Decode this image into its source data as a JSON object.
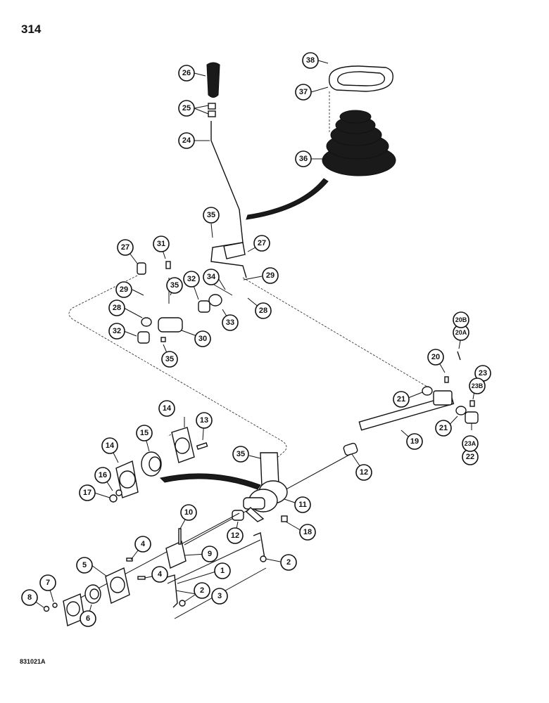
{
  "page": {
    "number": "314",
    "figure_code": "831021A"
  },
  "callouts": [
    {
      "id": "c1",
      "label": "1"
    },
    {
      "id": "c2a",
      "label": "2"
    },
    {
      "id": "c2b",
      "label": "2"
    },
    {
      "id": "c3",
      "label": "3"
    },
    {
      "id": "c4a",
      "label": "4"
    },
    {
      "id": "c4b",
      "label": "4"
    },
    {
      "id": "c5",
      "label": "5"
    },
    {
      "id": "c6",
      "label": "6"
    },
    {
      "id": "c7",
      "label": "7"
    },
    {
      "id": "c8",
      "label": "8"
    },
    {
      "id": "c9",
      "label": "9"
    },
    {
      "id": "c10",
      "label": "10"
    },
    {
      "id": "c11",
      "label": "11"
    },
    {
      "id": "c12a",
      "label": "12"
    },
    {
      "id": "c12b",
      "label": "12"
    },
    {
      "id": "c13",
      "label": "13"
    },
    {
      "id": "c14a",
      "label": "14"
    },
    {
      "id": "c14b",
      "label": "14"
    },
    {
      "id": "c15",
      "label": "15"
    },
    {
      "id": "c16",
      "label": "16"
    },
    {
      "id": "c17",
      "label": "17"
    },
    {
      "id": "c18",
      "label": "18"
    },
    {
      "id": "c19",
      "label": "19"
    },
    {
      "id": "c20",
      "label": "20"
    },
    {
      "id": "c20a",
      "label": "20A"
    },
    {
      "id": "c20b",
      "label": "20B"
    },
    {
      "id": "c21a",
      "label": "21"
    },
    {
      "id": "c21b",
      "label": "21"
    },
    {
      "id": "c22",
      "label": "22"
    },
    {
      "id": "c23",
      "label": "23"
    },
    {
      "id": "c23a",
      "label": "23A"
    },
    {
      "id": "c23b",
      "label": "23B"
    },
    {
      "id": "c24",
      "label": "24"
    },
    {
      "id": "c25",
      "label": "25"
    },
    {
      "id": "c26",
      "label": "26"
    },
    {
      "id": "c27a",
      "label": "27"
    },
    {
      "id": "c27b",
      "label": "27"
    },
    {
      "id": "c28a",
      "label": "28"
    },
    {
      "id": "c28b",
      "label": "28"
    },
    {
      "id": "c29a",
      "label": "29"
    },
    {
      "id": "c29b",
      "label": "29"
    },
    {
      "id": "c30",
      "label": "30"
    },
    {
      "id": "c31",
      "label": "31"
    },
    {
      "id": "c32a",
      "label": "32"
    },
    {
      "id": "c32b",
      "label": "32"
    },
    {
      "id": "c33",
      "label": "33"
    },
    {
      "id": "c34",
      "label": "34"
    },
    {
      "id": "c35a",
      "label": "35"
    },
    {
      "id": "c35b",
      "label": "35"
    },
    {
      "id": "c35c",
      "label": "35"
    },
    {
      "id": "c35d",
      "label": "35"
    },
    {
      "id": "c36",
      "label": "36"
    },
    {
      "id": "c37",
      "label": "37"
    },
    {
      "id": "c38",
      "label": "38"
    }
  ]
}
